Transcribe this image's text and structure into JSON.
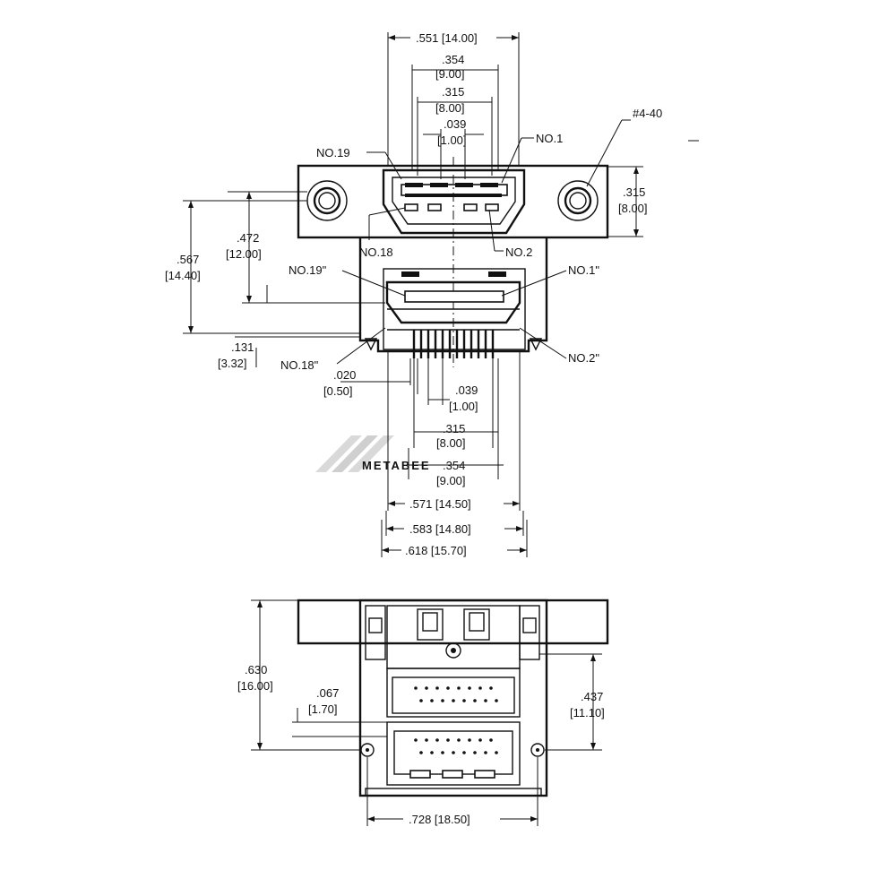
{
  "dimensions": {
    "d_551": ".551 [14.00]",
    "d_354_top": ".354",
    "d_354_top_mm": "[9.00]",
    "d_315_top": ".315",
    "d_315_top_mm": "[8.00]",
    "d_039_top": ".039",
    "d_039_top_mm": "[1.00]",
    "screw": "#4-40",
    "d_315_right": ".315",
    "d_315_right_mm": "[8.00]",
    "d_567": ".567",
    "d_567_mm": "[14.40]",
    "d_472": ".472",
    "d_472_mm": "[12.00]",
    "d_131": ".131",
    "d_131_mm": "[3.32]",
    "d_020": ".020",
    "d_020_mm": "[0.50]",
    "d_039_bot": ".039",
    "d_039_bot_mm": "[1.00]",
    "d_315_bot": ".315",
    "d_315_bot_mm": "[8.00]",
    "d_354_bot": ".354",
    "d_354_bot_mm": "[9.00]",
    "d_571": ".571 [14.50]",
    "d_583": ".583 [14.80]",
    "d_618": ".618 [15.70]",
    "d_630": ".630",
    "d_630_mm": "[16.00]",
    "d_067": ".067",
    "d_067_mm": "[1.70]",
    "d_437": ".437",
    "d_437_mm": "[11.10]",
    "d_728": ".728 [18.50]"
  },
  "pins": {
    "no19": "NO.19",
    "no1": "NO.1",
    "no18": "NO.18",
    "no2": "NO.2",
    "no19p": "NO.19\"",
    "no1p": "NO.1\"",
    "no18p": "NO.18\"",
    "no2p": "NO.2\""
  },
  "watermark": "METABEE",
  "colors": {
    "ink": "#111111",
    "watermark": "#f3d7c2",
    "watermark_stripes": "#d9d9d9"
  }
}
